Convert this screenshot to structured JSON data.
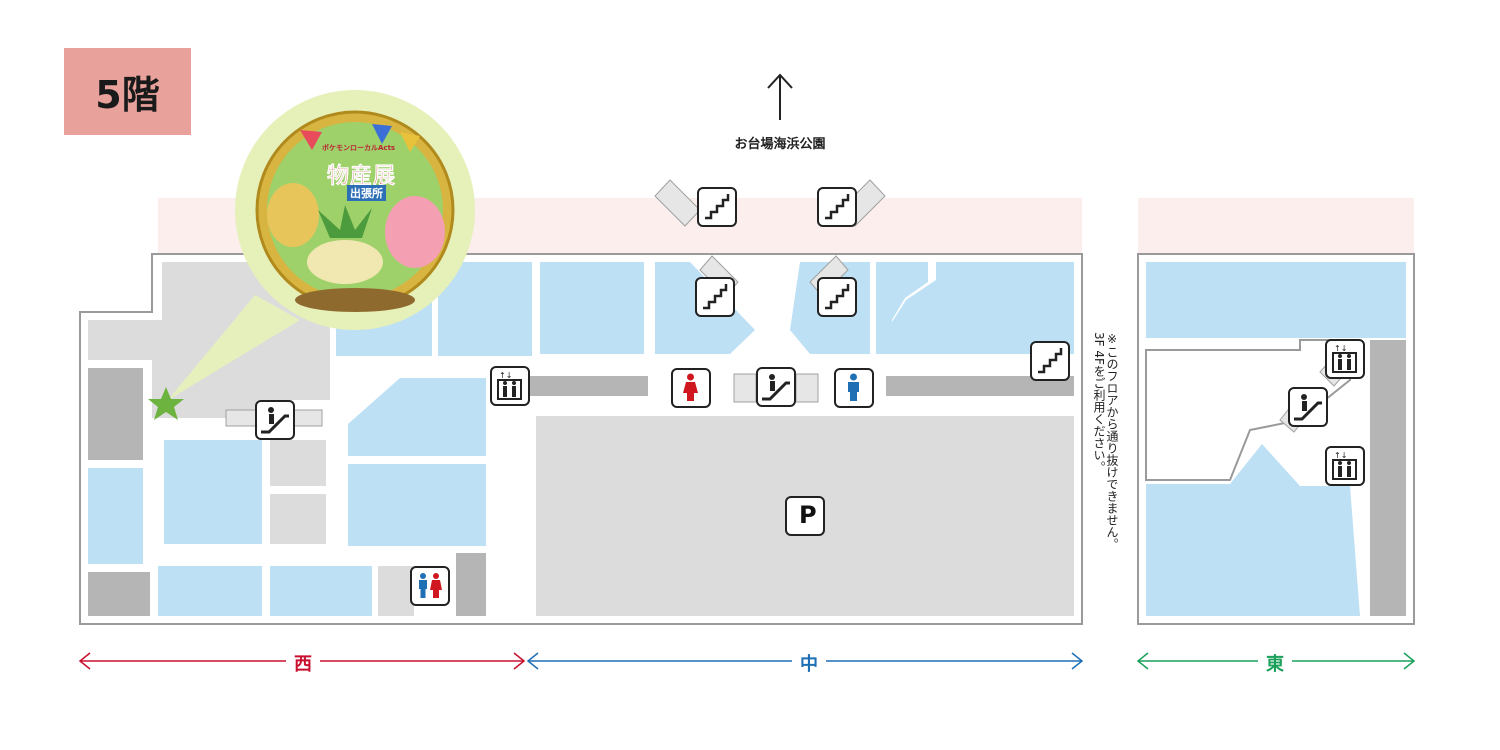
{
  "floor_badge": "5階",
  "destination": {
    "label": "お台場海浜公園",
    "arrow_direction": "up"
  },
  "notice": {
    "text": "※このフロアから通り抜けできません。3F 4Fをご利用ください。"
  },
  "zones": [
    {
      "name": "西",
      "color": "#c8102e"
    },
    {
      "name": "中",
      "color": "#1f6fb5"
    },
    {
      "name": "東",
      "color": "#1aa05a"
    }
  ],
  "parking_label": "P",
  "event_badge": {
    "top_text": "ポケモンローカルActs",
    "title": "物産展",
    "subtitle": "出張所"
  },
  "colors": {
    "shop": "#bde0f5",
    "common_area": "#dcdcdc",
    "service": "#b5b5b5",
    "outdoor_deck": "#fdeeee",
    "corridor": "#ffffff",
    "wall": "#9a9a9a",
    "badge_bg": "#e8a19b",
    "marker": "#6db33f"
  },
  "legend_icons": {
    "stairs": "stairs-icon",
    "escalator": "escalator-icon",
    "elevator": "elevator-icon",
    "restroom_women": "restroom-women-icon",
    "restroom_men": "restroom-men-icon",
    "restroom_unisex": "restroom-icon",
    "parking": "parking-icon",
    "location_marker": "star-marker-icon"
  }
}
